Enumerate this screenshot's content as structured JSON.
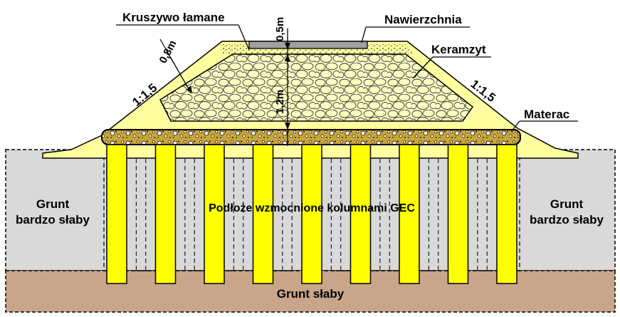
{
  "labels": {
    "kruszywo": "Kruszywo łamane",
    "nawierzchnia": "Nawierzchnia",
    "keramzyt": "Keramzyt",
    "materac": "Materac",
    "dim_05": "0,5m",
    "dim_08": "0,8m",
    "dim_12": "1,2m",
    "slope_left": "1:1,5",
    "slope_right": "1:1,5",
    "grunt_left_1": "Grunt",
    "grunt_left_2": "bardzo słaby",
    "grunt_right_1": "Grunt",
    "grunt_right_2": "bardzo słaby",
    "podloze": "Podłoże wzmocnione kolumnami GEC",
    "grunt_slaby": "Grunt słaby"
  },
  "colors": {
    "embankment": "#FFFFA0",
    "columns": "#FFFF00",
    "weak_soil": "#C9A58A",
    "very_weak_soil": "#D9D9D9",
    "mattress": "#C9A43A",
    "keramzyt_fill": "#FFFFC8",
    "pavement": "#A0A0A0"
  },
  "column_count": 9
}
